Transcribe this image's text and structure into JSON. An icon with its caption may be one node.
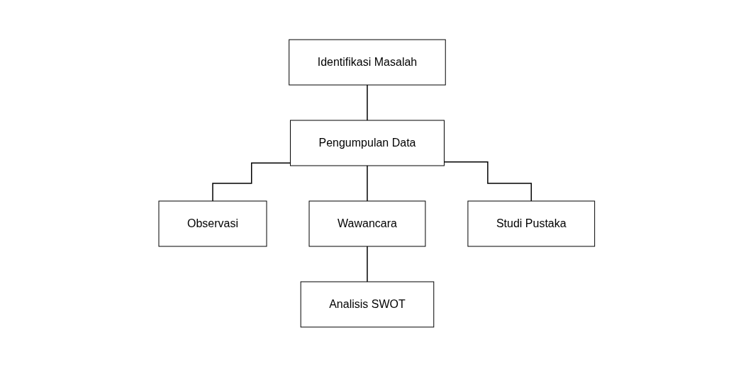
{
  "diagram": {
    "nodes": [
      {
        "text": [
          "Identifikasi Masalah"
        ]
      },
      {
        "text": [
          "Pengumpulan Data"
        ]
      },
      {
        "text": [
          "Observasi"
        ]
      },
      {
        "text": [
          "Wawancara"
        ]
      },
      {
        "text": [
          "Studi Pustaka"
        ]
      },
      {
        "text": [
          "Analisis SWOT"
        ]
      }
    ],
    "edges": [
      {
        "from": 0,
        "to": 1,
        "arrow": "none"
      },
      {
        "from": 1,
        "to": 2,
        "arrow": "none"
      },
      {
        "from": 1,
        "to": 3,
        "arrow": "none"
      },
      {
        "from": 1,
        "to": 4,
        "arrow": "none"
      },
      {
        "from": 3,
        "to": 5,
        "arrow": "none"
      }
    ]
  }
}
